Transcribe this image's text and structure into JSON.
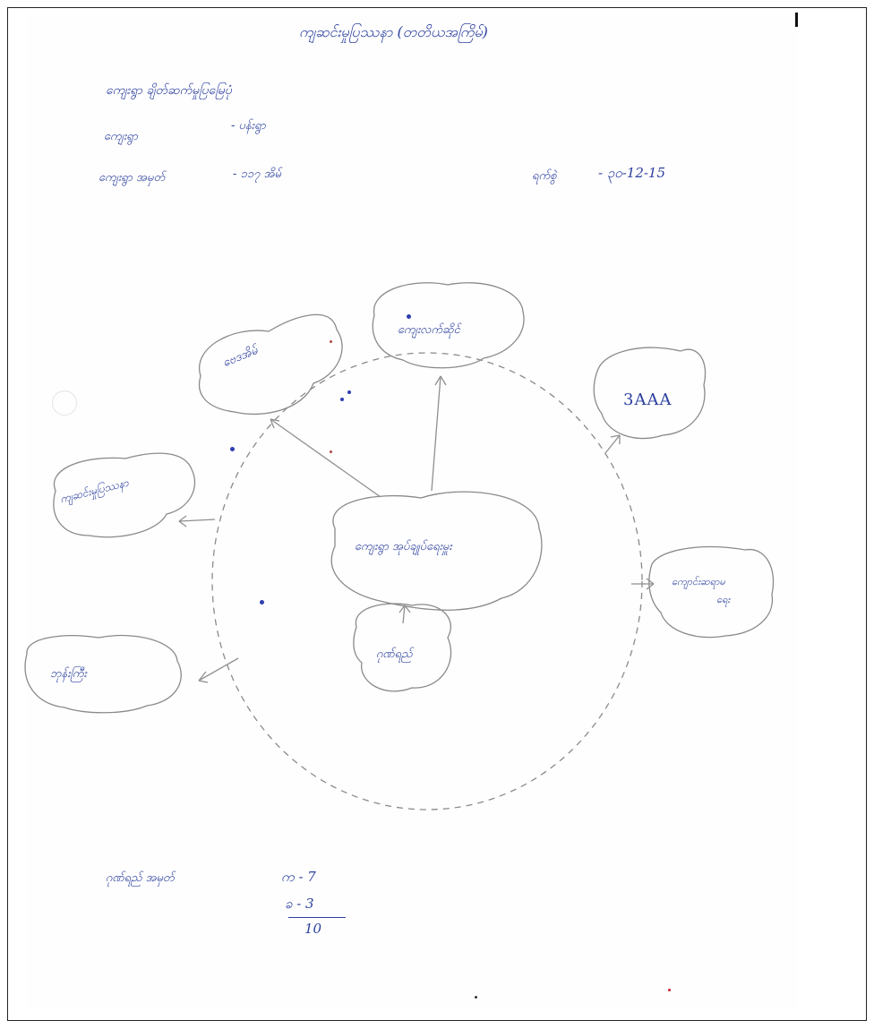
{
  "header": {
    "title": "ကျဆင်းမှုပြဿနာ (တတိယအကြိမ်)"
  },
  "info": {
    "line1": "ကျေးရွာ ချိတ်ဆက်မှုပြမြေပုံ",
    "village_label": "ကျေးရွာ",
    "village_value": "- ပန်းရွာ",
    "village_no_label": "ကျေးရွာ အမှတ်",
    "village_no_value": "- ၁၁၇ အိမ်",
    "date_label": "ရက်စွဲ",
    "date_value": "- ၃၀-12-15"
  },
  "diagram": {
    "center": "ကျေးရွာ အုပ်ချုပ်ရေးမှူး",
    "nodes": {
      "top_left": "ဗေဒအိမ်",
      "top_center": "ကျေးလက်ဆိုင်",
      "right_top": "3AAA",
      "left": "ကျဆင်းမှုပြဿနာ",
      "right_bottom": "ကျောင်းဆရာမ",
      "right_bottom_2": "ရေး",
      "bottom_left": "ဘုန်းကြီး",
      "bottom_center": "ဂုဏ်ရည်"
    }
  },
  "footer": {
    "label": "ဂုဏ်ရည် အမှတ်",
    "row1": "က - 7",
    "row2": "ခ - 3",
    "total": "10"
  },
  "colors": {
    "ink": "#2b3f9e",
    "pencil": "#777777"
  }
}
